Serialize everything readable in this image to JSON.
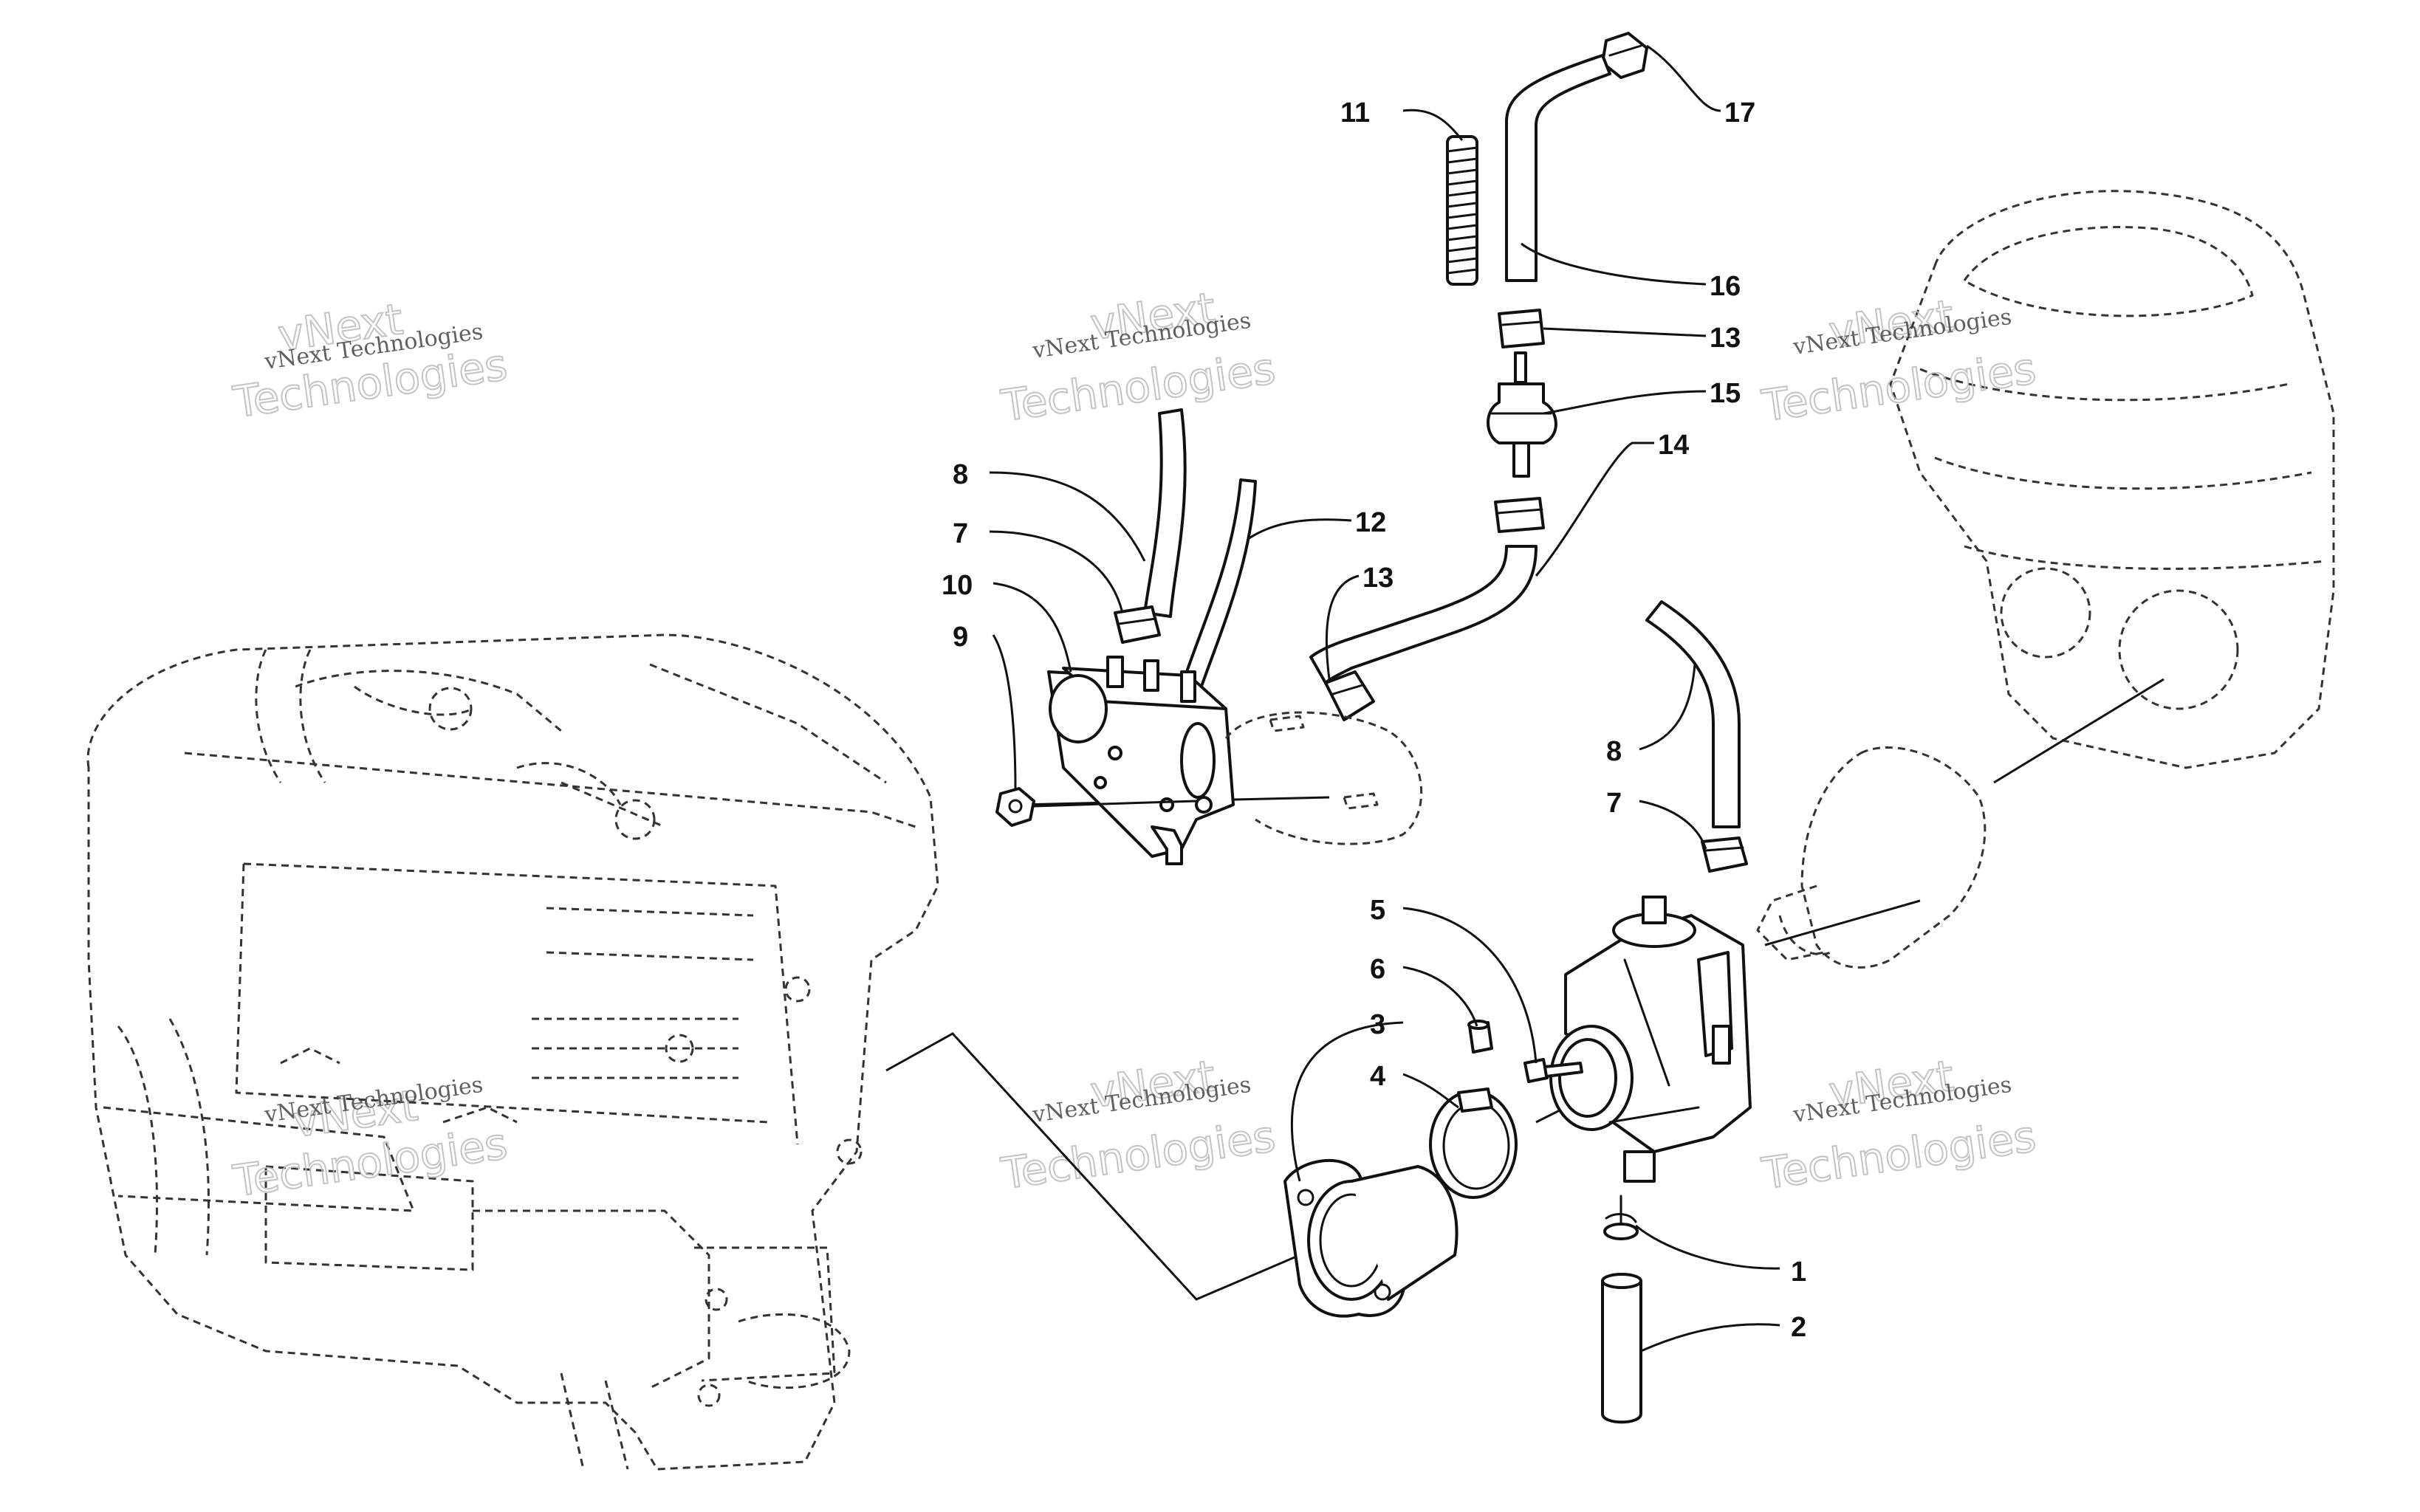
{
  "watermark": {
    "line_small": "vNext Technologies",
    "line_big_1": "vNext",
    "line_big_2": "Technologies"
  },
  "callouts": [
    {
      "id": "17",
      "label": "17"
    },
    {
      "id": "11",
      "label": "11"
    },
    {
      "id": "16",
      "label": "16"
    },
    {
      "id": "13a",
      "label": "13"
    },
    {
      "id": "15",
      "label": "15"
    },
    {
      "id": "14",
      "label": "14"
    },
    {
      "id": "8a",
      "label": "8"
    },
    {
      "id": "12",
      "label": "12"
    },
    {
      "id": "7a",
      "label": "7"
    },
    {
      "id": "13b",
      "label": "13"
    },
    {
      "id": "10",
      "label": "10"
    },
    {
      "id": "9",
      "label": "9"
    },
    {
      "id": "8b",
      "label": "8"
    },
    {
      "id": "7b",
      "label": "7"
    },
    {
      "id": "5",
      "label": "5"
    },
    {
      "id": "6",
      "label": "6"
    },
    {
      "id": "3",
      "label": "3"
    },
    {
      "id": "4",
      "label": "4"
    },
    {
      "id": "1",
      "label": "1"
    },
    {
      "id": "2",
      "label": "2"
    }
  ]
}
